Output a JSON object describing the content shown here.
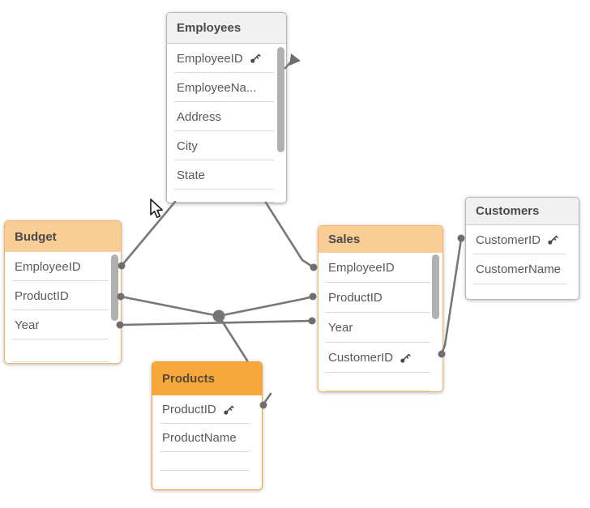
{
  "view": {
    "type_label": "data model viewer",
    "background_color": "#ffffff"
  },
  "colors": {
    "header_orange_light": "#f9cd96",
    "header_orange_dark": "#f6a83d",
    "header_gray": "#f0f0f0",
    "connector_gray": "#787878",
    "field_text": "#595959",
    "header_text": "#4a4a4a"
  },
  "tables": [
    {
      "name": "Employees",
      "header_style": "gray",
      "scrollbar": true,
      "fields": [
        {
          "label": "EmployeeID",
          "key": true
        },
        {
          "label": "EmployeeNa...",
          "truncated": true
        },
        {
          "label": "Address"
        },
        {
          "label": "City"
        },
        {
          "label": "State"
        },
        {
          "label": ""
        }
      ]
    },
    {
      "name": "Budget",
      "header_style": "orange-light",
      "scrollbar": true,
      "fields": [
        {
          "label": "EmployeeID"
        },
        {
          "label": "ProductID"
        },
        {
          "label": "Year"
        },
        {
          "label": ""
        }
      ]
    },
    {
      "name": "Sales",
      "header_style": "orange-light",
      "scrollbar": true,
      "fields": [
        {
          "label": "EmployeeID"
        },
        {
          "label": "ProductID"
        },
        {
          "label": "Year"
        },
        {
          "label": "CustomerID",
          "key": true
        },
        {
          "label": ""
        }
      ]
    },
    {
      "name": "Customers",
      "header_style": "gray",
      "scrollbar": false,
      "fields": [
        {
          "label": "CustomerID",
          "key": true
        },
        {
          "label": "CustomerName"
        },
        {
          "label": ""
        }
      ]
    },
    {
      "name": "Products",
      "header_style": "orange-dark",
      "scrollbar": false,
      "fields": [
        {
          "label": "ProductID",
          "key": true
        },
        {
          "label": "ProductName"
        },
        {
          "label": ""
        },
        {
          "label": ""
        }
      ]
    }
  ],
  "associations": [
    {
      "from": "Budget.EmployeeID",
      "to": "Employees.EmployeeID"
    },
    {
      "from": "Sales.EmployeeID",
      "to": "Employees.EmployeeID"
    },
    {
      "from": "Budget.ProductID",
      "to": "Products.ProductID"
    },
    {
      "from": "Sales.ProductID",
      "to": "Products.ProductID"
    },
    {
      "from": "Budget.Year",
      "to": "Sales.Year"
    },
    {
      "from": "Sales.CustomerID",
      "to": "Customers.CustomerID"
    }
  ],
  "icons": {
    "key": "key-icon",
    "cursor": "mouse-pointer-icon"
  }
}
